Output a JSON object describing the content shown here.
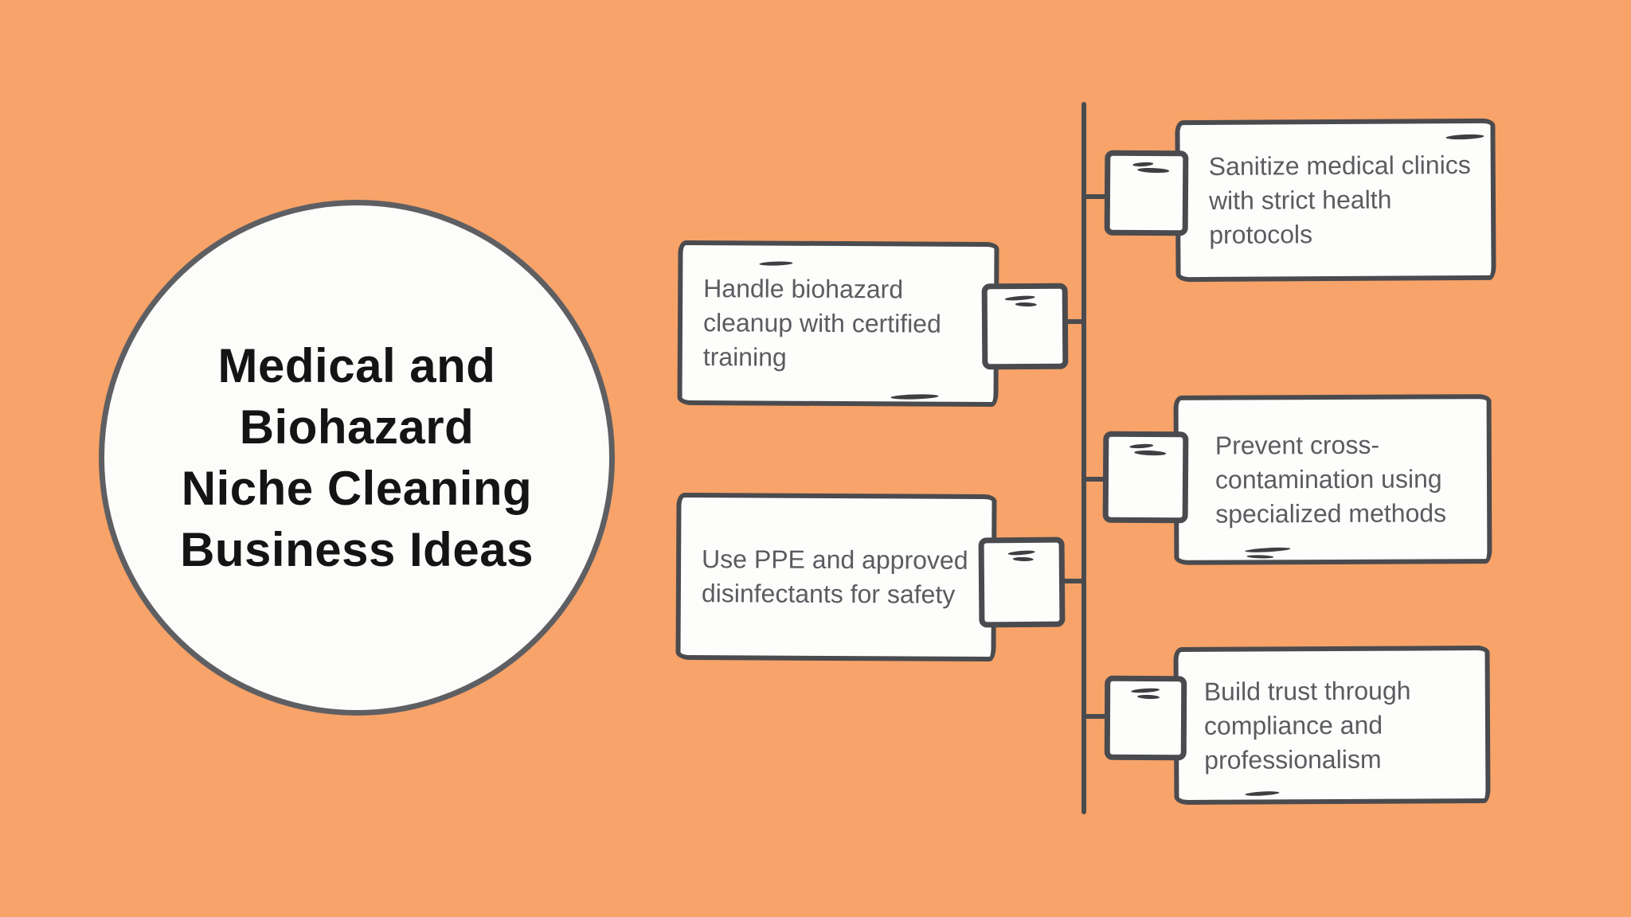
{
  "colors": {
    "background": "#F8A369",
    "stroke": "#4A4B4F",
    "card_fill": "#FDFDFC",
    "card_text": "#5B5C60",
    "circle_fill": "#FCFCFA",
    "circle_border": "#5E5F63",
    "title_text": "#141414",
    "scribble": "#3E3F42"
  },
  "title": {
    "full": "Medical and Biohazard Niche Cleaning Business Ideas",
    "lines": [
      "Medical and",
      "Biohazard",
      "Niche Cleaning",
      "Business Ideas"
    ]
  },
  "nodes": [
    {
      "id": "sanitize-clinics",
      "side": "right",
      "full": "Sanitize medical clinics with strict health protocols",
      "lines": [
        "Sanitize medical clinics",
        "with strict health",
        "protocols"
      ]
    },
    {
      "id": "biohazard-cleanup",
      "side": "left",
      "full": "Handle biohazard cleanup with certified training",
      "lines": [
        "Handle biohazard",
        "cleanup with certified",
        "training"
      ]
    },
    {
      "id": "cross-contamination",
      "side": "right",
      "full": "Prevent cross-contamination using specialized methods",
      "lines": [
        "Prevent cross-",
        "contamination using",
        "specialized methods"
      ]
    },
    {
      "id": "ppe-disinfectants",
      "side": "left",
      "full": "Use PPE and approved disinfectants for safety",
      "lines": [
        "Use PPE and approved",
        "disinfectants for safety"
      ]
    },
    {
      "id": "trust-compliance",
      "side": "right",
      "full": "Build trust through compliance and professionalism",
      "lines": [
        "Build trust through",
        "compliance and",
        "professionalism"
      ]
    }
  ]
}
